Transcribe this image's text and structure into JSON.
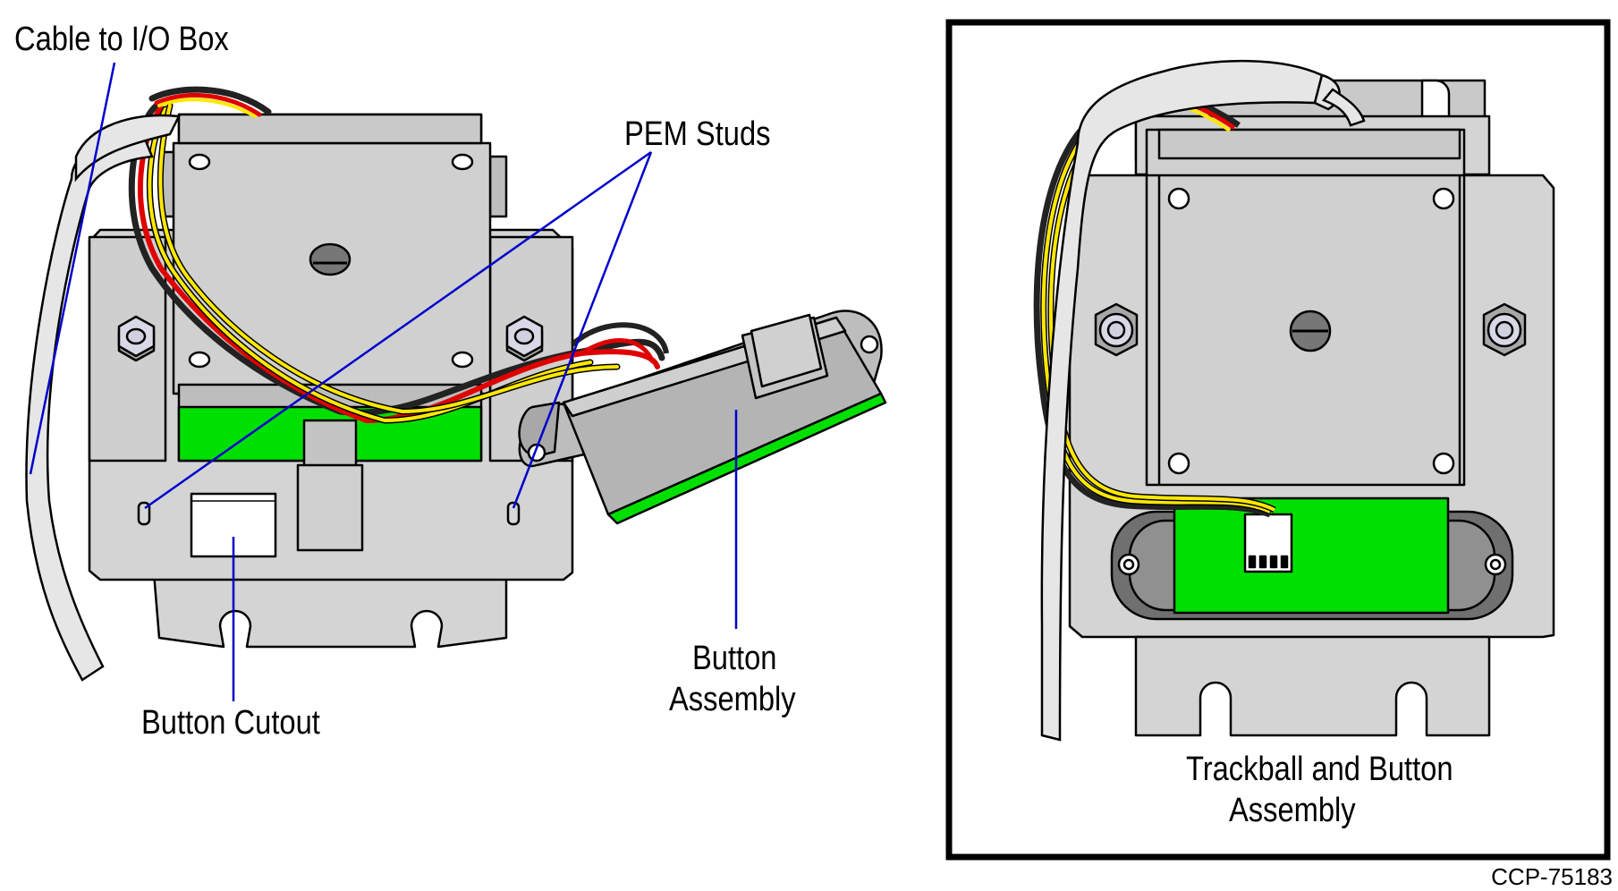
{
  "labels": {
    "cable_to_io_box": "Cable to I/O Box",
    "pem_studs": "PEM Studs",
    "button_cutout": "Button Cutout",
    "button_assembly_line1": "Button",
    "button_assembly_line2": "Assembly",
    "inset_caption_line1": "Trackball and Button",
    "inset_caption_line2": "Assembly"
  },
  "figure_id": "CCP-75183",
  "colors": {
    "metal": "#d4d4d4",
    "metal_dark": "#a8a8a8",
    "pcb": "#00e000",
    "callout_line": "#0000cc",
    "wire_red": "#e00000",
    "wire_yellow": "#ffe800",
    "wire_black": "#222222",
    "cable": "#e6e6e6"
  }
}
